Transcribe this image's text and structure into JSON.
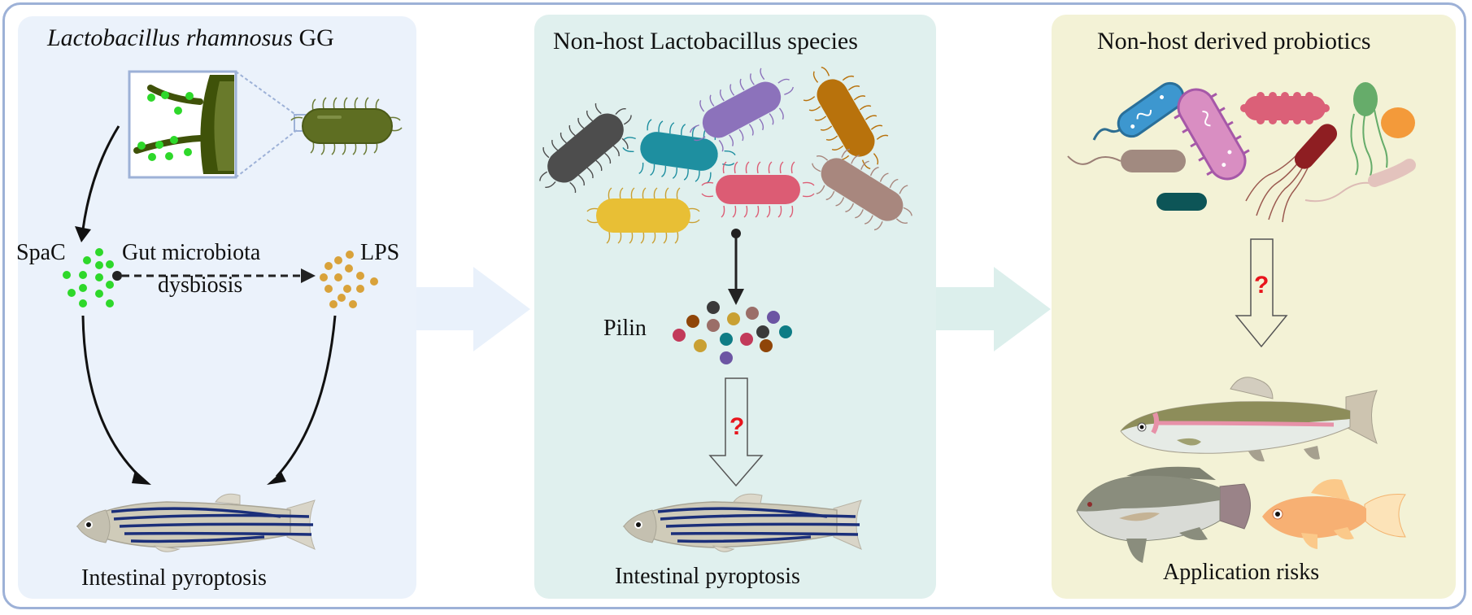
{
  "figure": {
    "panels": [
      {
        "title_italic": "Lactobacillus rhamnosus",
        "title_regular": "GG",
        "labels": {
          "spac": "SpaC",
          "pathway_line1": "Gut microbiota",
          "pathway_line2": "dysbiosis",
          "lps": "LPS",
          "outcome": "Intestinal pyroptosis"
        },
        "colors": {
          "background": "#ebf2fb",
          "spac_dots": "#2ed82a",
          "lps_dots": "#d9a23a",
          "bacterium": "#5e6e22"
        }
      },
      {
        "title": "Non-host Lactobacillus species",
        "labels": {
          "pilin": "Pilin",
          "question_mark": "?",
          "outcome": "Intestinal pyroptosis"
        },
        "bacteria_colors": [
          "#4d4d4d",
          "#1e8fa0",
          "#8c72bb",
          "#b8720c",
          "#e8bf35",
          "#dc5c74",
          "#a8877e"
        ],
        "pilin_colors": [
          "#c23a5a",
          "#8f4508",
          "#3a3a3a",
          "#9b6e68",
          "#c9a033",
          "#0e7c85",
          "#6c55a3"
        ],
        "colors": {
          "background": "#e0f0ee"
        }
      },
      {
        "title": "Non-host derived probiotics",
        "labels": {
          "question_mark": "?",
          "outcome": "Application risks"
        },
        "microbe_colors": [
          "#3d97cf",
          "#d98ec2",
          "#db6078",
          "#a18a80",
          "#8e1e22",
          "#66ac6a",
          "#f39a3a",
          "#e3c3bd",
          "#0d5557"
        ],
        "fish": [
          "rainbow trout",
          "tilapia",
          "goldfish"
        ],
        "colors": {
          "background": "#f3f2d6"
        }
      }
    ],
    "connector_arrows": [
      {
        "from": "panel-1",
        "to": "panel-2",
        "color": "#e7f0fa"
      },
      {
        "from": "panel-2",
        "to": "panel-3",
        "color": "#dcefec"
      }
    ],
    "frame_color": "#9db1d7",
    "question_color": "#e8141c"
  }
}
